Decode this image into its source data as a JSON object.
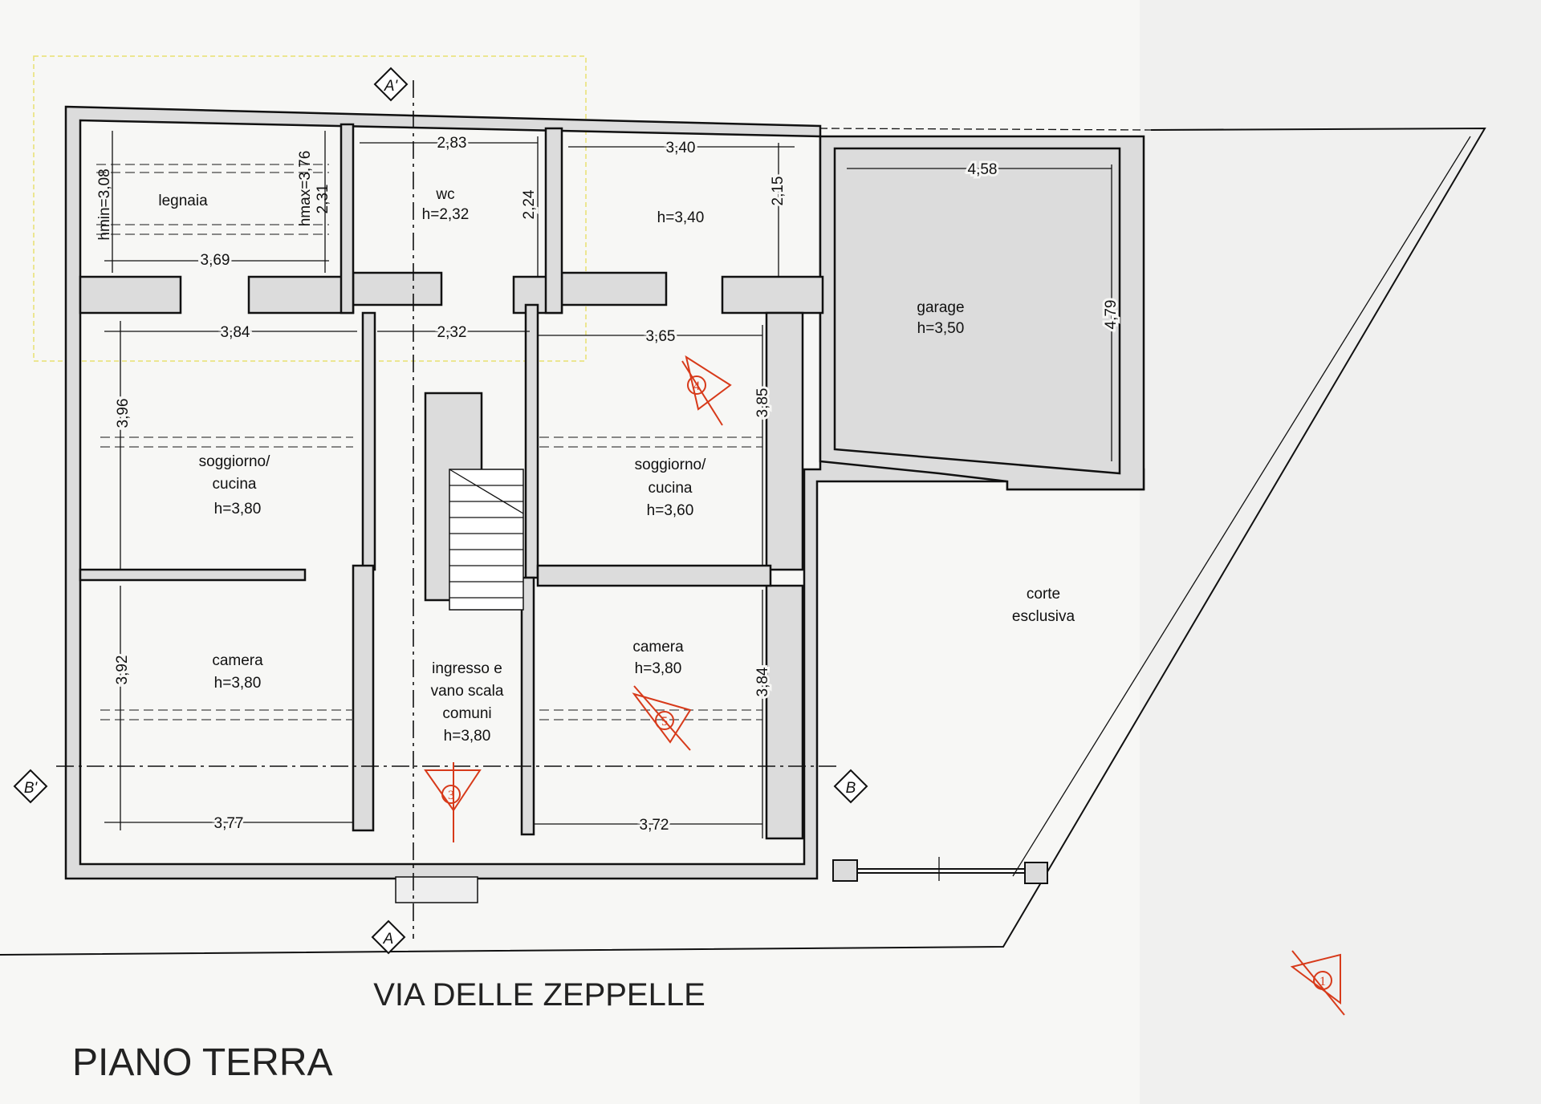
{
  "title": "PIANO TERRA",
  "street": "VIA DELLE ZEPPELLE",
  "rooms": {
    "legnaia": {
      "name": "legnaia"
    },
    "wc": {
      "name": "wc",
      "height": "h=2,32"
    },
    "store": {
      "height": "h=3,40"
    },
    "garage": {
      "name": "garage",
      "height": "h=3,50"
    },
    "soggiorno_left": {
      "line1": "soggiorno/",
      "line2": "cucina",
      "height": "h=3,80"
    },
    "soggiorno_right": {
      "line1": "soggiorno/",
      "line2": "cucina",
      "height": "h=3,60"
    },
    "camera_left": {
      "name": "camera",
      "height": "h=3,80"
    },
    "camera_right": {
      "name": "camera",
      "height": "h=3,80"
    },
    "ingresso": {
      "line1": "ingresso e",
      "line2": "vano scala",
      "line3": "comuni",
      "height": "h=3,80"
    },
    "corte": {
      "line1": "corte",
      "line2": "esclusiva"
    }
  },
  "dims": {
    "legnaia_w": "3,69",
    "legnaia_hmin": "hmin=3,08",
    "legnaia_hmax": "hmax=3,76",
    "legnaia_h": "2,31",
    "wc_w": "2,83",
    "wc_h": "2,24",
    "store_w": "3,40",
    "store_h": "2,15",
    "garage_w": "4,58",
    "garage_h": "4,79",
    "sog_l_w": "3,84",
    "sog_l_h": "3,96",
    "ingr_w": "2,32",
    "sog_r_w": "3,65",
    "sog_r_h": "3,85",
    "cam_l_h": "3,92",
    "cam_l_w": "3,77",
    "cam_r_h": "3,84",
    "cam_r_w": "3,72"
  },
  "sections": {
    "a_top": "A'",
    "a_bottom": "A",
    "b_left": "B'",
    "b_right": "B"
  },
  "viewpoints": [
    "4",
    "5",
    "3",
    "1"
  ],
  "colors": {
    "walls": "#dcdcdc",
    "ink": "#111111",
    "viewpoint": "#d73a1a",
    "overlay": "#e8e070"
  }
}
